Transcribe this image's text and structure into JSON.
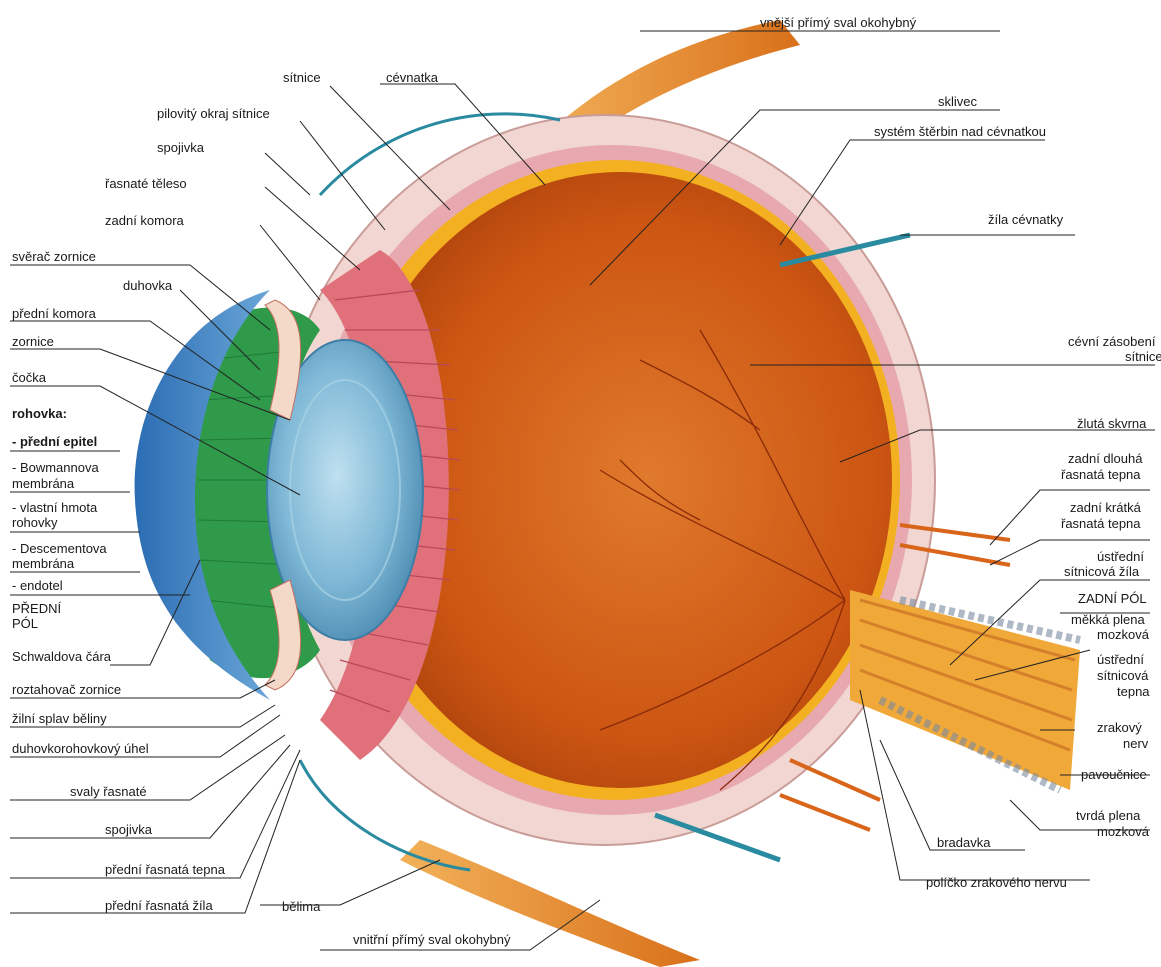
{
  "labels": {
    "vnejsi_primy_sval": "vnější přímý sval okohybný",
    "sitnice": "sítnice",
    "cevnatka": "cévnatka",
    "sklivec": "sklivec",
    "pilovity_okraj": "pilovitý okraj sítnice",
    "system_sterbin": "systém štěrbin nad cévnatkou",
    "spojivka_top": "spojivka",
    "rasnate_teleso": "řasnaté těleso",
    "zila_cevnatky": "žíla cévnatky",
    "zadni_komora": "zadní komora",
    "sverac_zornice": "svěrač zornice",
    "duhovka": "duhovka",
    "predni_komora": "přední komora",
    "zornice": "zornice",
    "cevni_zasobeni_1": "cévní zásobení",
    "cevni_zasobeni_2": "sítnice",
    "cocka": "čočka",
    "rohovka": "rohovka:",
    "predni_epitel": "- přední epitel",
    "zluta_skvrna": "žlutá skvrna",
    "bowman_1": "- Bowmannova",
    "bowman_2": "membrána",
    "zadni_dlouha_1": "zadní dlouhá",
    "zadni_dlouha_2": "řasnatá tepna",
    "vlastni_hmota_1": "- vlastní hmota",
    "vlastni_hmota_2": "rohovky",
    "zadni_kratka_1": "zadní krátká",
    "zadni_kratka_2": "řasnatá tepna",
    "descement_1": "- Descementova",
    "descement_2": "membrána",
    "ustredni_zila_1": "ústřední",
    "ustredni_zila_2": "sítnicová žíla",
    "endotel": "- endotel",
    "predni_pol_1": "PŘEDNÍ",
    "predni_pol_2": "PÓL",
    "zadni_pol": "ZADNÍ PÓL",
    "mekka_plena_1": "měkká plena",
    "mekka_plena_2": "mozková",
    "schwaldova": "Schwaldova čára",
    "ustredni_tepna_1": "ústřední",
    "ustredni_tepna_2": "sítnicová",
    "ustredni_tepna_3": "tepna",
    "roztahovac": "roztahovač zornice",
    "zilni_splav": "žilní splav běliny",
    "zrakovy_1": "zrakový",
    "zrakovy_2": "nerv",
    "duhovkorohovkovy": "duhovkorohovkový úhel",
    "pavoucnice": "pavoučnice",
    "svaly_rasnate": "svaly řasnaté",
    "tvrda_plena_1": "tvrdá plena",
    "tvrda_plena_2": "mozková",
    "spojivka_bottom": "spojivka",
    "bradavka": "bradavka",
    "predni_tepna": "přední řasnatá tepna",
    "policko": "políčko zrakového nervu",
    "predni_zila": "přední řasnatá žíla",
    "belima": "bělima",
    "vnitrni_primy_sval": "vnitřní přímý sval okohybný"
  },
  "colors": {
    "sclera": "#f1d6d2",
    "choroid": "#d8657a",
    "vitreous": "#d9621a",
    "cornea": "#3b7fc4",
    "iris": "#2e9a4a",
    "lens": "#7fb8d6",
    "ciliary_body": "#e0707a",
    "muscle": "#e88a2a",
    "nerve": "#f0b040"
  }
}
